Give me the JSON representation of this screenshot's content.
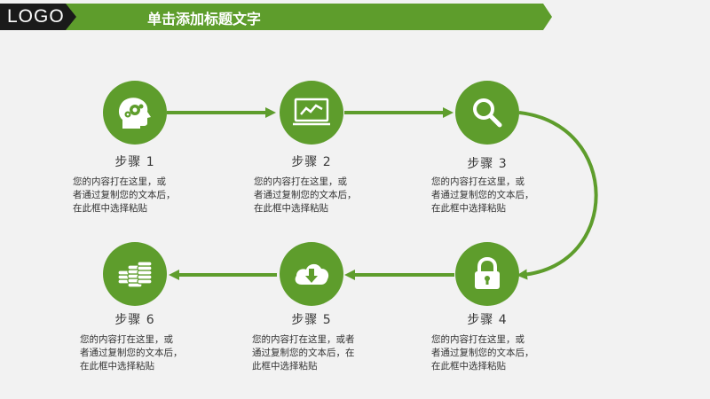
{
  "header": {
    "logo": "LOGO",
    "title": "单击添加标题文字"
  },
  "colors": {
    "accent": "#5e9d2c",
    "header_dark": "#1a1a1a",
    "background": "#f2f2f2"
  },
  "steps": [
    {
      "label": "步骤 1",
      "icon": "head-gears-icon",
      "lines": [
        "您的内容打在这里，或",
        "者通过复制您的文本后，",
        "在此框中选择粘贴"
      ]
    },
    {
      "label": "步骤 2",
      "icon": "line-chart-monitor-icon",
      "lines": [
        "您的内容打在这里，或",
        "者通过复制您的文本后，",
        "在此框中选择粘贴"
      ]
    },
    {
      "label": "步骤 3",
      "icon": "magnifier-icon",
      "lines": [
        "您的内容打在这里，或",
        "者通过复制您的文本后，",
        "在此框中选择粘贴"
      ]
    },
    {
      "label": "步骤 4",
      "icon": "padlock-icon",
      "lines": [
        "您的内容打在这里，或",
        "者通过复制您的文本后，",
        "在此框中选择粘贴"
      ]
    },
    {
      "label": "步骤 5",
      "icon": "cloud-download-icon",
      "lines": [
        "您的内容打在这里，或者",
        "通过复制您的文本后，在",
        "此框中选择粘贴"
      ]
    },
    {
      "label": "步骤 6",
      "icon": "coin-stack-icon",
      "lines": [
        "您的内容打在这里，或",
        "者通过复制您的文本后，",
        "在此框中选择粘贴"
      ]
    }
  ]
}
